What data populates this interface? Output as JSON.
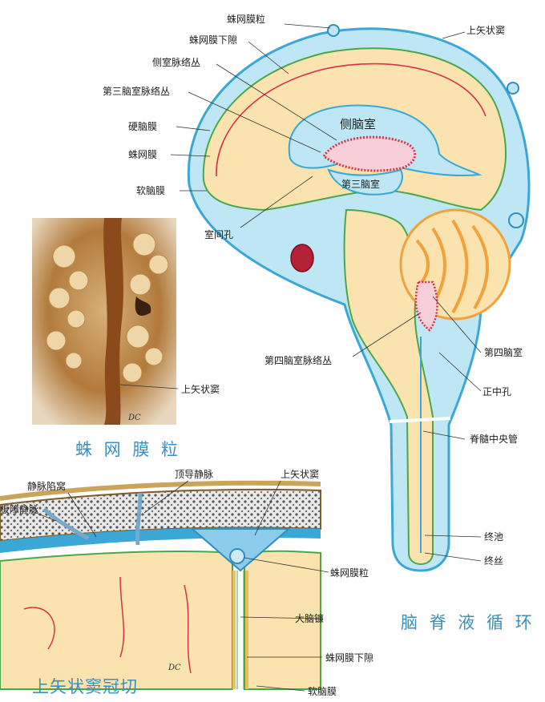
{
  "main_diagram": {
    "labels": {
      "arachnoid_granulation": "蛛网膜粒",
      "superior_sagittal_sinus": "上矢状窦",
      "subarachnoid_space": "蛛网膜下隙",
      "lateral_choroid_plexus": "侧室脉络丛",
      "third_choroid_plexus": "第三脑室脉络丛",
      "dura": "硬脑膜",
      "arachnoid": "蛛网膜",
      "pia": "软脑膜",
      "lateral_ventricle": "侧脑室",
      "third_ventricle": "第三脑室",
      "interventricular_foramen": "室间孔",
      "fourth_choroid_plexus": "第四脑室脉络丛",
      "fourth_ventricle": "第四脑室",
      "median_aperture": "正中孔",
      "central_canal": "脊髓中央管",
      "terminal_cistern": "终池",
      "filum_terminale": "终丝"
    },
    "caption": "脑 脊 液 循 环"
  },
  "photo_panel": {
    "label": "上矢状窦",
    "caption": "蛛 网 膜 粒",
    "signature": "DC"
  },
  "coronal_panel": {
    "labels": {
      "venous_lacuna": "静脉陷窝",
      "diploic_vein": "板障静脉",
      "emissary_vein": "顶导静脉",
      "superior_sagittal_sinus": "上矢状窦",
      "arachnoid_granulation": "蛛网膜粒",
      "falx": "大脑镰",
      "subarachnoid_space": "蛛网膜下隙",
      "pia": "软脑膜"
    },
    "caption": "上矢状窦冠切",
    "signature": "DC"
  },
  "colors": {
    "csf_blue": "#bfe6f4",
    "dura_blue": "#3aa7d6",
    "brain_cream": "#fbe3b0",
    "cortex_orange": "#f2a23c",
    "pia_red": "#d9304a",
    "pia_green": "#4aa84a",
    "caption_blue": "#3a8fc0"
  }
}
